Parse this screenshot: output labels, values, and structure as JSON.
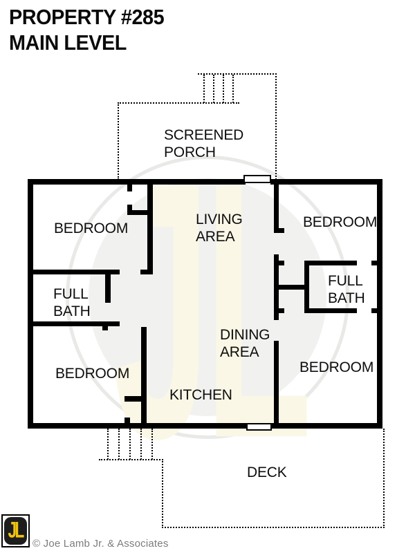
{
  "title": {
    "line1": "PROPERTY #285",
    "line2": "MAIN LEVEL"
  },
  "floorplan": {
    "rooms": [
      {
        "name": "screened-porch",
        "label": "SCREENED\nPORCH"
      },
      {
        "name": "bedroom-top-left",
        "label": "BEDROOM"
      },
      {
        "name": "living-area",
        "label": "LIVING\nAREA"
      },
      {
        "name": "bedroom-top-right",
        "label": "BEDROOM"
      },
      {
        "name": "full-bath-left",
        "label": "FULL\nBATH"
      },
      {
        "name": "full-bath-right",
        "label": "FULL\nBATH"
      },
      {
        "name": "dining-area",
        "label": "DINING\nAREA"
      },
      {
        "name": "bedroom-bottom-left",
        "label": "BEDROOM"
      },
      {
        "name": "kitchen",
        "label": "KITCHEN"
      },
      {
        "name": "bedroom-bottom-right",
        "label": "BEDROOM"
      },
      {
        "name": "deck",
        "label": "DECK"
      }
    ]
  },
  "watermark": {
    "monogram": "JL"
  },
  "footer": {
    "logo_monogram": "JL",
    "copyright": "© Joe Lamb Jr. & Associates"
  },
  "colors": {
    "wall": "#000000",
    "watermark_disc": "#f1f1ef",
    "watermark_ring": "#e9e9e7",
    "watermark_monogram": "#fbf7e6",
    "logo_gold": "#f0c310",
    "copyright_gray": "#7c7c7c"
  }
}
